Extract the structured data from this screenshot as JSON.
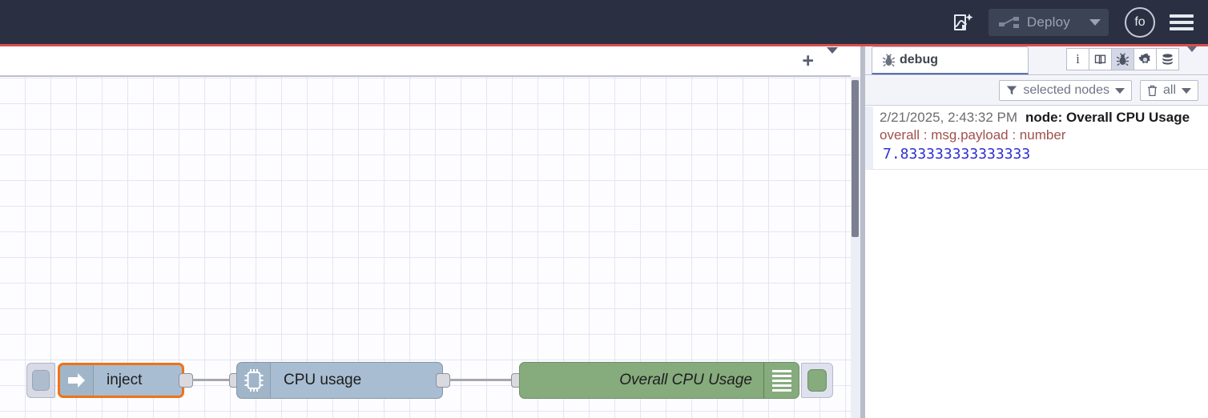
{
  "header": {
    "ai_icon": "flow-sparkle-icon",
    "deploy": {
      "label": "Deploy",
      "icon": "deploy-icon",
      "disabled": true,
      "caret": "chevron-down-icon"
    },
    "avatar": {
      "initials": "fo"
    },
    "menu_icon": "hamburger-menu-icon",
    "background": "#2a3042",
    "accent_rule": "#d94f4f"
  },
  "workspace": {
    "tabbar": {
      "add_label": "+",
      "add_icon": "plus-icon",
      "menu_icon": "chevron-down-icon"
    },
    "canvas": {
      "grid_color": "#e3e5f2",
      "background": "#fdfdff",
      "nodes": [
        {
          "id": "inject",
          "label": "inject",
          "type": "inject",
          "icon": "arrow-right-icon",
          "color": "#a8bdd2",
          "selected": true,
          "selection_color": "#f07218"
        },
        {
          "id": "cpu",
          "label": "CPU usage",
          "type": "cpu",
          "icon": "microchip-icon",
          "color": "#a8bdd2",
          "selected": false
        },
        {
          "id": "debug",
          "label": "Overall CPU Usage",
          "type": "debug",
          "icon": "debug-lines-icon",
          "color": "#86ab7d",
          "selected": false
        }
      ]
    }
  },
  "sidebar": {
    "tab": {
      "label": "debug",
      "icon": "bug-icon",
      "active": true
    },
    "tools": [
      {
        "name": "info-icon",
        "glyph": "i",
        "active": false
      },
      {
        "name": "help-book-icon",
        "glyph": "book",
        "active": false
      },
      {
        "name": "debug-bug-icon",
        "glyph": "bug",
        "active": true
      },
      {
        "name": "config-gear-icon",
        "glyph": "gear",
        "active": false
      },
      {
        "name": "context-data-icon",
        "glyph": "database",
        "active": false
      }
    ],
    "tools_caret": "chevron-down-icon",
    "filters": [
      {
        "name": "filter-selected-nodes",
        "icon": "funnel-icon",
        "label": "selected nodes",
        "caret": "chevron-down-icon"
      },
      {
        "name": "clear-all",
        "icon": "trash-icon",
        "label": "all",
        "caret": "chevron-down-icon"
      }
    ],
    "messages": [
      {
        "timestamp": "2/21/2025, 2:43:32 PM",
        "node": "node: Overall CPU Usage",
        "topic": "overall : msg.payload : number",
        "value": "7.833333333333333",
        "value_color": "#2f2fd1",
        "topic_color": "#a0514b"
      }
    ]
  }
}
